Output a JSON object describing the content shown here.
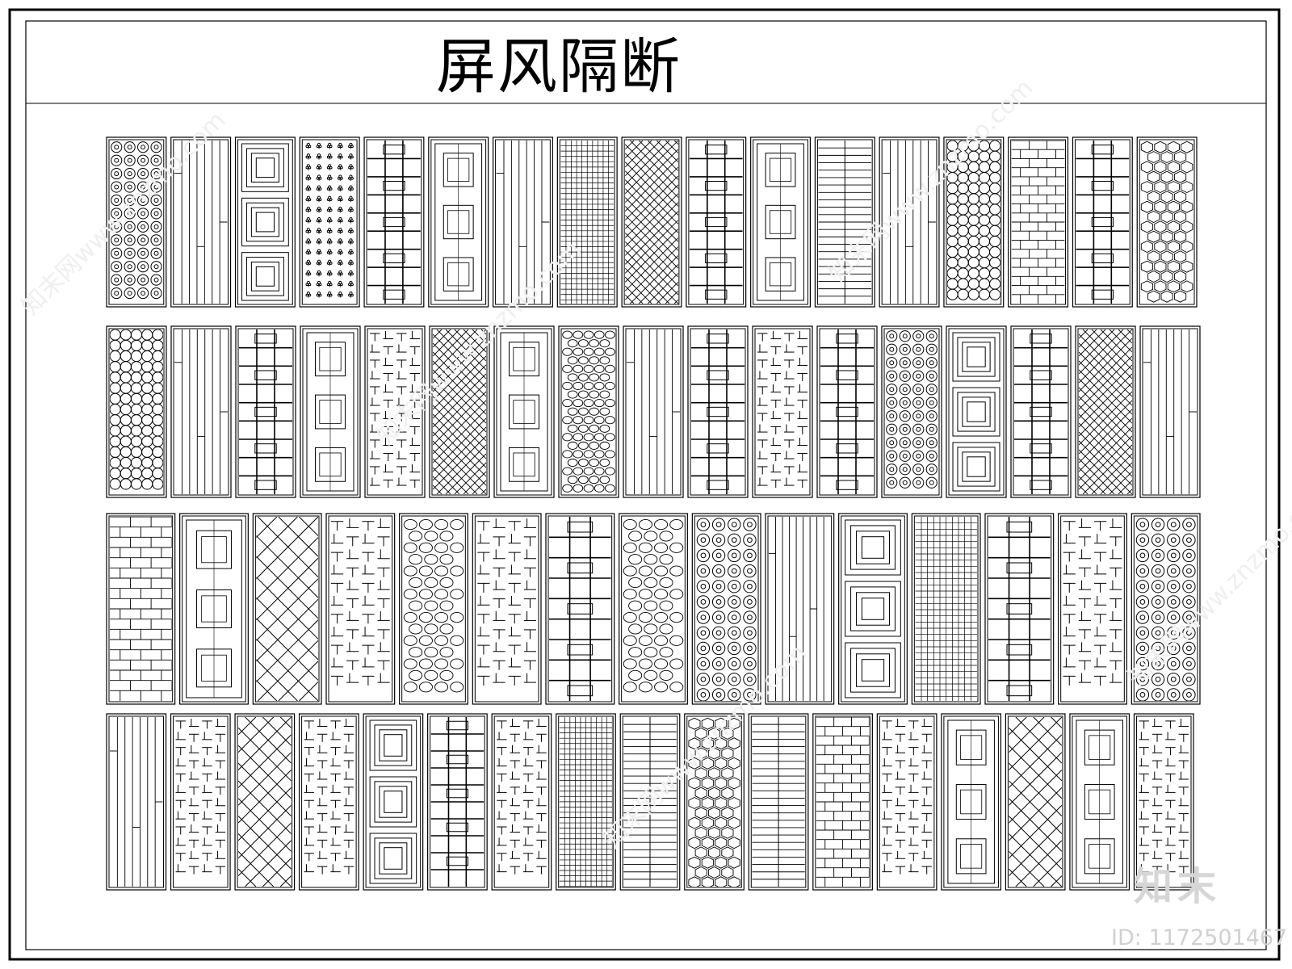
{
  "title": "屏风隔断",
  "branding": {
    "logo_text": "知末",
    "id_label": "ID:",
    "id_value": "1172501467",
    "watermark_text": "知末网www.znzmo.com"
  },
  "panels": [
    [
      "rosettes",
      "vertical-bars",
      "nested-frames",
      "fleur-lattice",
      "window-grid",
      "double-frame",
      "vertical-bars",
      "fine-grid",
      "diagonal-weave",
      "window-grid",
      "double-frame",
      "horizontal-bars",
      "vertical-bars",
      "circle-lattice",
      "stagger-bricks",
      "window-grid",
      "honeycomb"
    ],
    [
      "circle-lattice",
      "vertical-bars",
      "window-grid",
      "double-frame",
      "fret-grid",
      "diagonal-weave",
      "double-frame",
      "voronoi",
      "vertical-bars",
      "window-grid",
      "fret-grid",
      "window-grid",
      "rosettes",
      "nested-frames",
      "window-grid",
      "diagonal-weave",
      "vertical-bars"
    ],
    [
      "stagger-bricks",
      "double-frame",
      "diamond-lattice",
      "fret-grid",
      "pebbles",
      "fret-grid",
      "window-grid",
      "pebbles",
      "rosettes",
      "vertical-bars",
      "nested-frames",
      "fine-grid",
      "window-grid",
      "fret-grid",
      "rosettes"
    ],
    [
      "vertical-bars",
      "fret-grid",
      "diamond-lattice",
      "fret-grid",
      "nested-frames",
      "window-grid",
      "fret-grid",
      "fine-grid",
      "horizontal-bars",
      "honeycomb",
      "horizontal-bars",
      "stagger-bricks",
      "fret-grid",
      "double-frame",
      "diamond-lattice",
      "double-frame",
      "fret-grid"
    ]
  ]
}
